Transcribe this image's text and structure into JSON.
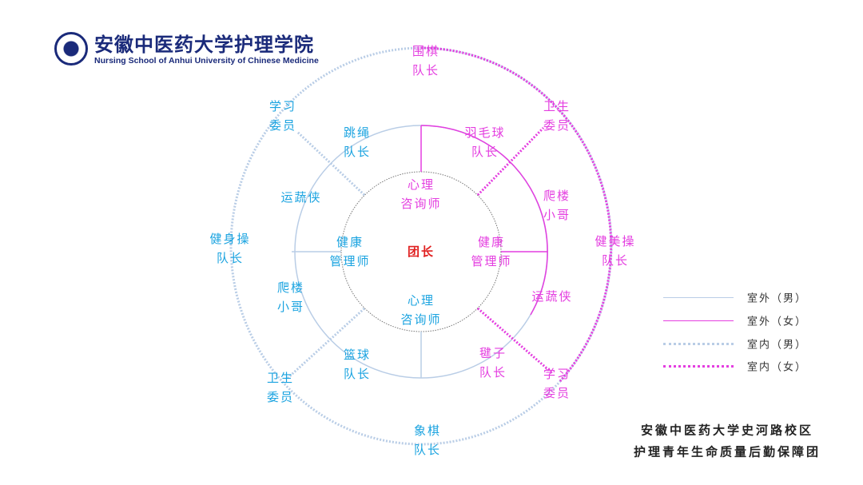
{
  "logo": {
    "cn": "安徽中医药大学护理学院",
    "en": "Nursing School of Anhui University of Chinese Medicine"
  },
  "center": "团长",
  "inner": {
    "top": [
      "心理",
      "咨询师"
    ],
    "left": [
      "健康",
      "管理师"
    ],
    "right": [
      "健康",
      "管理师"
    ],
    "bottom": [
      "心理",
      "咨询师"
    ]
  },
  "middle": {
    "tl": [
      "跳绳",
      "队长"
    ],
    "tr": [
      "羽毛球",
      "队长"
    ],
    "l1": [
      "运蔬侠"
    ],
    "l2": [
      "爬楼",
      "小哥"
    ],
    "r1": [
      "爬楼",
      "小哥"
    ],
    "r2": [
      "运蔬侠"
    ],
    "bl": [
      "篮球",
      "队长"
    ],
    "br": [
      "毽子",
      "队长"
    ]
  },
  "outer": {
    "top": [
      "围棋",
      "队长"
    ],
    "tl": [
      "学习",
      "委员"
    ],
    "tr": [
      "卫生",
      "委员"
    ],
    "l": [
      "健身操",
      "队长"
    ],
    "r": [
      "健美操",
      "队长"
    ],
    "bl": [
      "卫生",
      "委员"
    ],
    "br": [
      "学习",
      "委员"
    ],
    "bottom": [
      "象棋",
      "队长"
    ]
  },
  "legend": [
    "室外（男）",
    "室外（女）",
    "室内（男）",
    "室内（女）"
  ],
  "footer": [
    "安徽中医药大学史河路校区",
    "护理青年生命质量后勤保障团"
  ],
  "colors": {
    "male": "#b9cde6",
    "female": "#e43ee0",
    "male_text": "#1aa3e0"
  }
}
